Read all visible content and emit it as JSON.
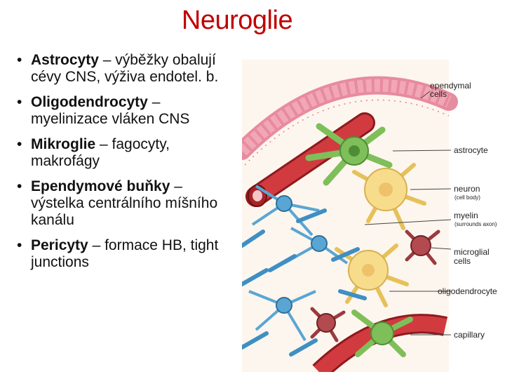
{
  "title": "Neuroglie",
  "bullets": [
    {
      "term": "Astrocyty",
      "desc": " – výběžky obalují cévy CNS, výživa endotel. b."
    },
    {
      "term": "Oligodendrocyty",
      "desc": " – myelinizace vláken CNS"
    },
    {
      "term": "Mikroglie",
      "desc": " – fagocyty, makrofágy"
    },
    {
      "term": "Ependymové buňky",
      "desc": " – výstelka centrálního míšního kanálu"
    },
    {
      "term": "Pericyty",
      "desc": " – formace HB, tight junctions"
    }
  ],
  "figure": {
    "labels": {
      "ependymal_1": "ependymal",
      "ependymal_2": "cells",
      "astrocyte": "astrocyte",
      "neuron": "neuron",
      "neuron_sub": "(cell body)",
      "myelin": "myelin",
      "myelin_sub": "(surrounds axon)",
      "microglial_1": "microglial",
      "microglial_2": "cells",
      "oligodendrocyte": "oligodendrocyte",
      "capillary": "capillary"
    },
    "colors": {
      "ependymal": "#f2a7b6",
      "astrocyte": "#7fbf5a",
      "neuron": "#f7dc8c",
      "oligodendrocyte": "#59a6d4",
      "microglia": "#9c3a3f",
      "capillary": "#c8282c"
    }
  }
}
